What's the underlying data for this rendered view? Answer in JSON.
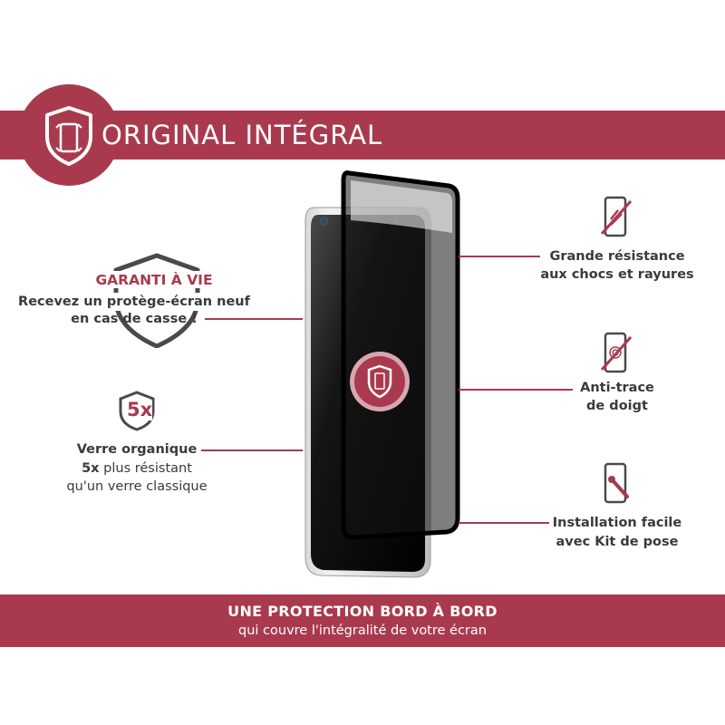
{
  "header": {
    "title": "ORIGINAL INTÉGRAL",
    "icon": "shield-phone-icon"
  },
  "left_features": [
    {
      "title": "GARANTI À VIE",
      "line1": "Recevez un protège-écran neuf",
      "line2": "en cas de casse !",
      "icon": "shield-outline-icon"
    },
    {
      "badge": "5x",
      "title": "Verre organique",
      "line1_bold": "5x",
      "line1_rest": " plus résistant",
      "line2": "qu'un verre classique",
      "icon": "shield-5x-icon"
    }
  ],
  "right_features": [
    {
      "line1": "Grande résistance",
      "line2": "aux chocs et rayures",
      "icon": "phone-scratch-icon"
    },
    {
      "line1": "Anti-trace",
      "line2": "de doigt",
      "icon": "phone-fingerprint-icon"
    },
    {
      "line1": "Installation facile",
      "line2": "avec Kit de pose",
      "icon": "phone-wrench-icon"
    }
  ],
  "footer": {
    "title": "UNE PROTECTION BORD À BORD",
    "subtitle": "qui couvre l'intégralité de votre écran"
  },
  "colors": {
    "brand": "#a93a4e",
    "text": "#3a3a3a"
  }
}
